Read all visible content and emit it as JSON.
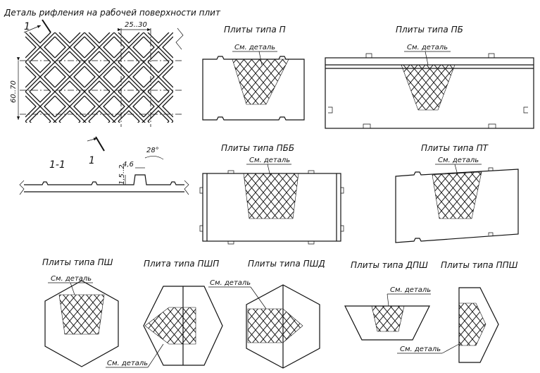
{
  "figure": {
    "detail_title": "Деталь рифления на рабочей поверхности плит",
    "section_mark": "1",
    "section_title": "1-1",
    "dims": {
      "rib_pitch": "25..30",
      "rhomb_height": "60..70",
      "rib_height": "1,5..2",
      "rib_width": "4,6",
      "rib_angle": "28°"
    },
    "callout": "См. деталь",
    "plates": [
      {
        "key": "p",
        "title": "Плиты типа П"
      },
      {
        "key": "pb",
        "title": "Плиты типа ПБ"
      },
      {
        "key": "pbb",
        "title": "Плиты типа ПББ"
      },
      {
        "key": "pt",
        "title": "Плиты типа ПТ"
      },
      {
        "key": "psh",
        "title": "Плиты типа ПШ"
      },
      {
        "key": "pshp",
        "title": "Плита типа ПШП"
      },
      {
        "key": "pshd",
        "title": "Плиты типа ПШД"
      },
      {
        "key": "dpsh",
        "title": "Плиты типа ДПШ"
      },
      {
        "key": "ppsh",
        "title": "Плиты типа ППШ"
      }
    ]
  }
}
